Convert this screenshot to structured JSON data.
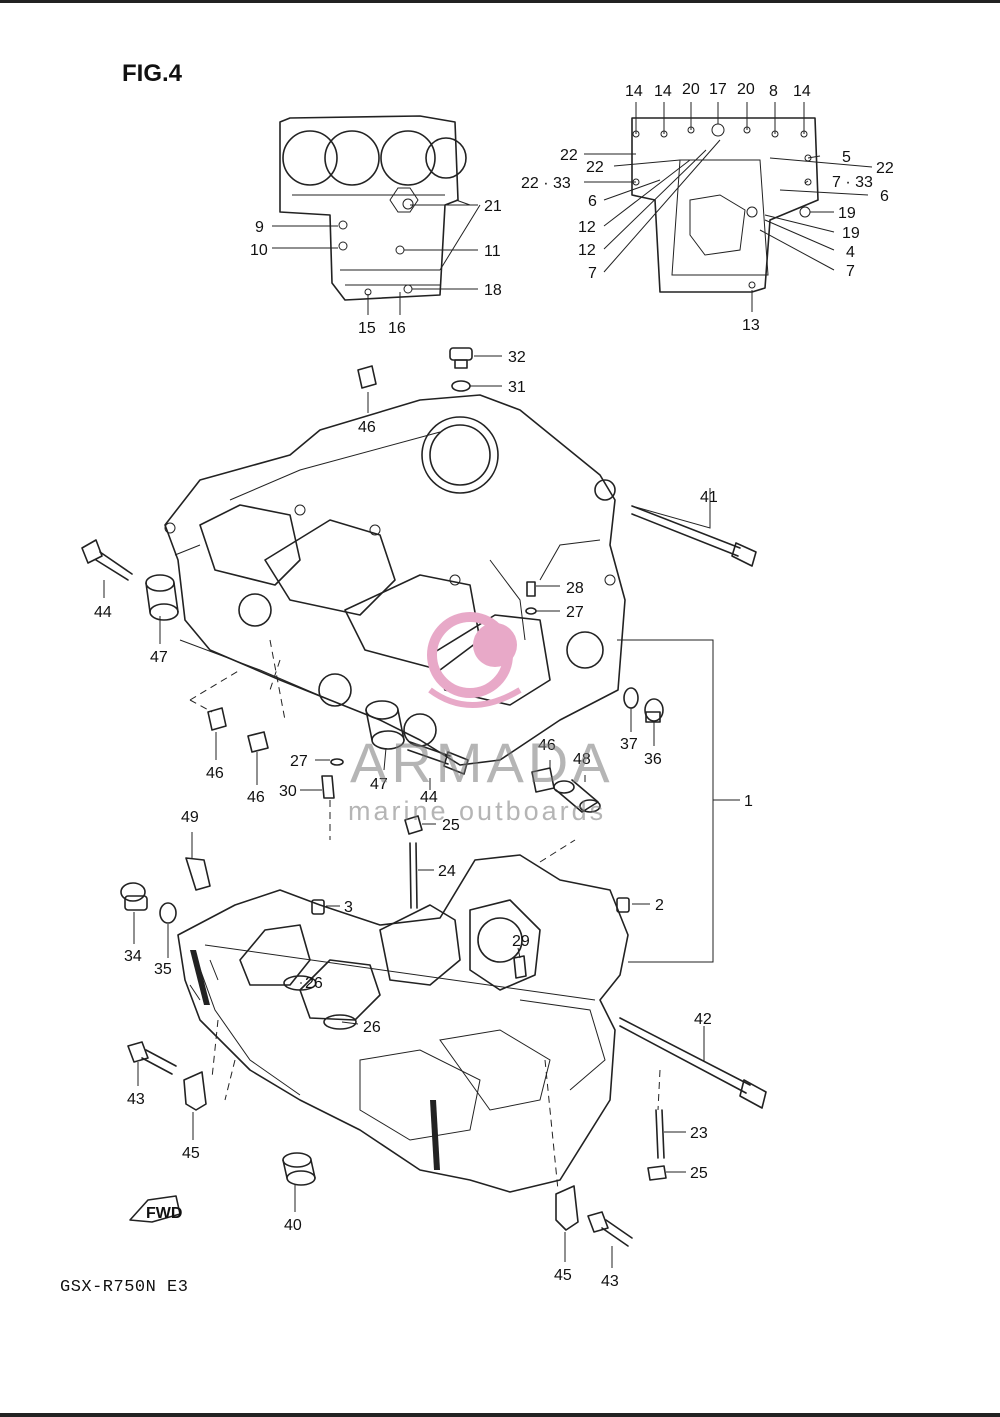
{
  "figure": {
    "title": "FIG.4",
    "model_code": "GSX-R750N  E3",
    "fwd_badge": "FWD"
  },
  "watermark": {
    "brand": "ARMADA",
    "tagline": "marine outboards",
    "logo_color": "#e8a9c8"
  },
  "callouts": {
    "c1": "1",
    "c2": "2",
    "c3": "3",
    "c4": "4",
    "c5": "5",
    "c6a": "6",
    "c6b": "6",
    "c7a": "7",
    "c7b": "7",
    "c7_33": "7 · 33",
    "c8": "8",
    "c9": "9",
    "c10": "10",
    "c11": "11",
    "c12a": "12",
    "c12b": "12",
    "c13": "13",
    "c14a": "14",
    "c14b": "14",
    "c14c": "14",
    "c15": "15",
    "c16": "16",
    "c17": "17",
    "c18": "18",
    "c19a": "19",
    "c19b": "19",
    "c20a": "20",
    "c20b": "20",
    "c21": "21",
    "c22a": "22",
    "c22b": "22",
    "c22c": "22",
    "c22_33": "22 · 33",
    "c23": "23",
    "c24": "24",
    "c25a": "25",
    "c25b": "25",
    "c26a": "26",
    "c26b": "26",
    "c27a": "27",
    "c27b": "27",
    "c28": "28",
    "c29": "29",
    "c30": "30",
    "c31": "31",
    "c32": "32",
    "c34": "34",
    "c35": "35",
    "c36": "36",
    "c37": "37",
    "c40": "40",
    "c41": "41",
    "c42": "42",
    "c43a": "43",
    "c43b": "43",
    "c44a": "44",
    "c44b": "44",
    "c45a": "45",
    "c45b": "45",
    "c46a": "46",
    "c46b": "46",
    "c46c": "46",
    "c46d": "46",
    "c47a": "47",
    "c47b": "47",
    "c48": "48",
    "c49": "49"
  }
}
